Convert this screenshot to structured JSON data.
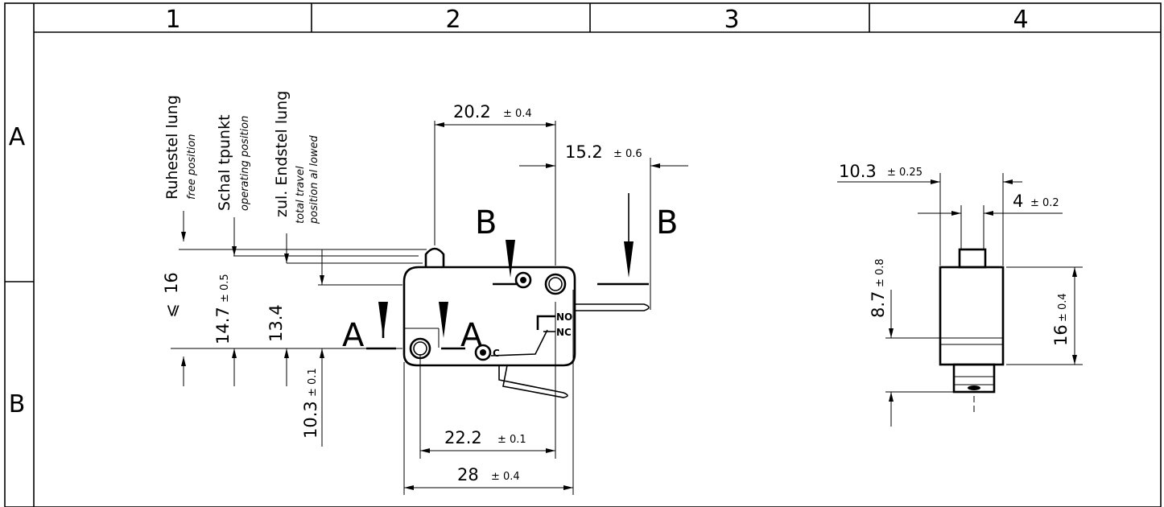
{
  "frame": {
    "columns": [
      "1",
      "2",
      "3",
      "4"
    ],
    "rows": [
      "A",
      "B"
    ]
  },
  "position_labels": {
    "free": {
      "de": "Ruhestel lung",
      "en": "free position"
    },
    "operating": {
      "de": "Schal tpunkt",
      "en": "operating position"
    },
    "total": {
      "de": "zul. Endstel lung",
      "en_line1": "total travel",
      "en_line2": "position al lowed"
    }
  },
  "section_labels": {
    "a": "A",
    "b": "B"
  },
  "terminals": {
    "no": "NO",
    "nc": "NC",
    "c": "C"
  },
  "dimensions": {
    "d_20_2": {
      "value": "20.2",
      "tol": "± 0.4"
    },
    "d_15_2": {
      "value": "15.2",
      "tol": "± 0.6"
    },
    "d_10_3_side": {
      "value": "10.3",
      "tol": "± 0.25"
    },
    "d_4": {
      "value": "4",
      "tol": "± 0.2"
    },
    "d_16_max": {
      "symbol": "⩽",
      "value": "16"
    },
    "d_14_7": {
      "value": "14.7",
      "tol": "± 0.5"
    },
    "d_13_4": {
      "value": "13.4"
    },
    "d_10_3_front": {
      "value": "10.3",
      "tol": "± 0.1"
    },
    "d_22_2": {
      "value": "22.2",
      "tol": "± 0.1"
    },
    "d_28": {
      "value": "28",
      "tol": "± 0.4"
    },
    "d_8_7": {
      "value": "8.7",
      "tol": "± 0.8"
    },
    "d_16_side": {
      "value": "16",
      "tol": "± 0.4"
    }
  }
}
